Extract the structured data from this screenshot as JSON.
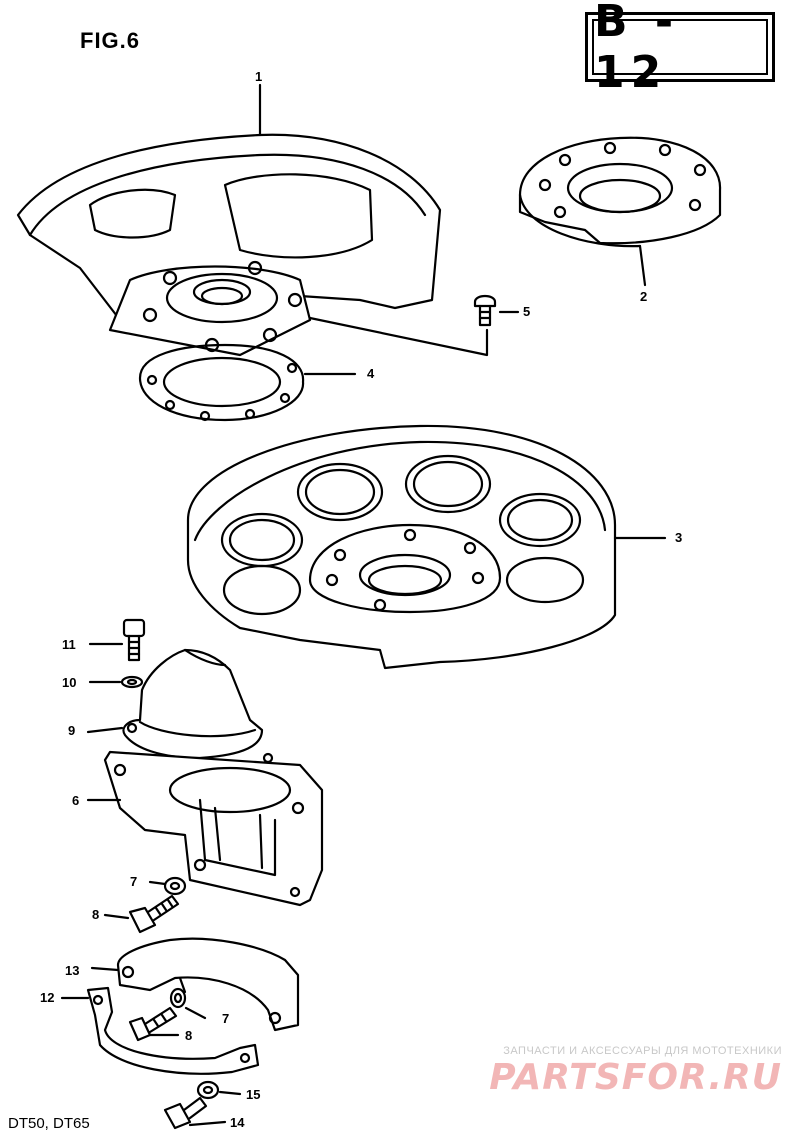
{
  "figure": {
    "label": "FIG.6",
    "code": "B - 12",
    "models": "DT50, DT65"
  },
  "callouts": [
    {
      "number": "1"
    },
    {
      "number": "2"
    },
    {
      "number": "3"
    },
    {
      "number": "4"
    },
    {
      "number": "5"
    },
    {
      "number": "6"
    },
    {
      "number": "7"
    },
    {
      "number": "8"
    },
    {
      "number": "9"
    },
    {
      "number": "10"
    },
    {
      "number": "11"
    },
    {
      "number": "12"
    },
    {
      "number": "13"
    },
    {
      "number": "7"
    },
    {
      "number": "8"
    },
    {
      "number": "15"
    },
    {
      "number": "14"
    }
  ],
  "watermark": {
    "caption": "ЗАПЧАСТИ И АКСЕССУАРЫ ДЛЯ МОТОТЕХНИКИ",
    "brand": "PARTSFOR.RU"
  }
}
